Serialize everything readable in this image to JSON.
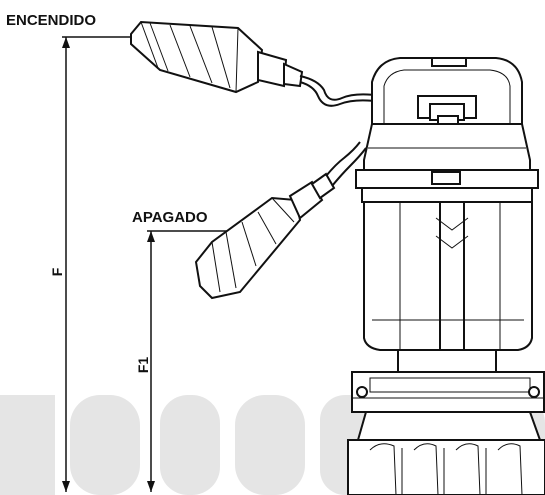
{
  "labels": {
    "on": "ENCENDIDO",
    "off": "APAGADO",
    "dim_f": "F",
    "dim_f1": "F1"
  },
  "colors": {
    "line": "#111111",
    "background": "#ffffff",
    "watermark": "#e5e5e5"
  }
}
